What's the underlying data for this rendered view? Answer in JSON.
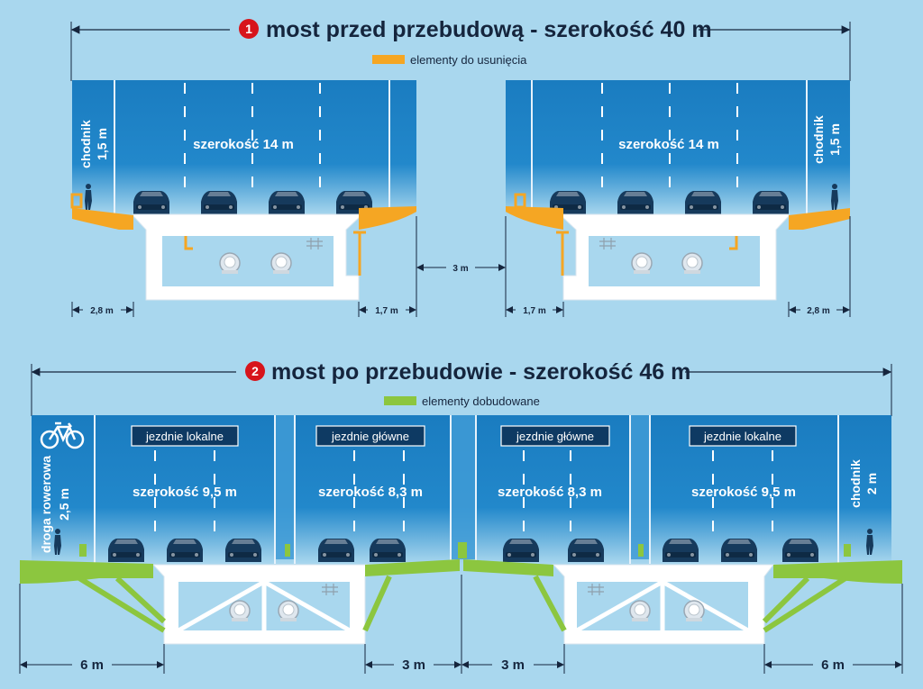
{
  "section1": {
    "number": "1",
    "title": "most przed przebudową - szerokość 40 m",
    "legend_label": "elementy do usunięcia",
    "legend_color": "#f5a623",
    "left_sidewalk": {
      "label": "chodnik",
      "value": "1,5 m"
    },
    "right_sidewalk": {
      "label": "chodnik",
      "value": "1,5 m"
    },
    "left_width": "szerokość 14 m",
    "right_width": "szerokość 14 m",
    "dims": {
      "left_outer": "2,8 m",
      "left_inner": "1,7 m",
      "gap": "3 m",
      "right_inner": "1,7 m",
      "right_outer": "2,8 m"
    }
  },
  "section2": {
    "number": "2",
    "title": "most po przebudowie - szerokość 46 m",
    "legend_label": "elementy dobudowane",
    "legend_color": "#8cc63f",
    "bike": {
      "label": "droga rowerowa",
      "value": "2,5 m"
    },
    "sidewalk": {
      "label": "chodnik",
      "value": "2 m"
    },
    "lanes": [
      {
        "box": "jezdnie lokalne",
        "width": "szerokość 9,5 m"
      },
      {
        "box": "jezdnie główne",
        "width": "szerokość 8,3 m"
      },
      {
        "box": "jezdnie główne",
        "width": "szerokość 8,3 m"
      },
      {
        "box": "jezdnie lokalne",
        "width": "szerokość 9,5 m"
      }
    ],
    "dims": {
      "left_outer": "6 m",
      "left_inner": "3 m",
      "right_inner": "3 m",
      "right_outer": "6 m"
    }
  },
  "colors": {
    "sky": "#a9d7ee",
    "panel": "#1e82c4",
    "removed": "#f5a623",
    "added": "#8cc63f",
    "badge": "#d7141b",
    "text": "#15253d"
  }
}
